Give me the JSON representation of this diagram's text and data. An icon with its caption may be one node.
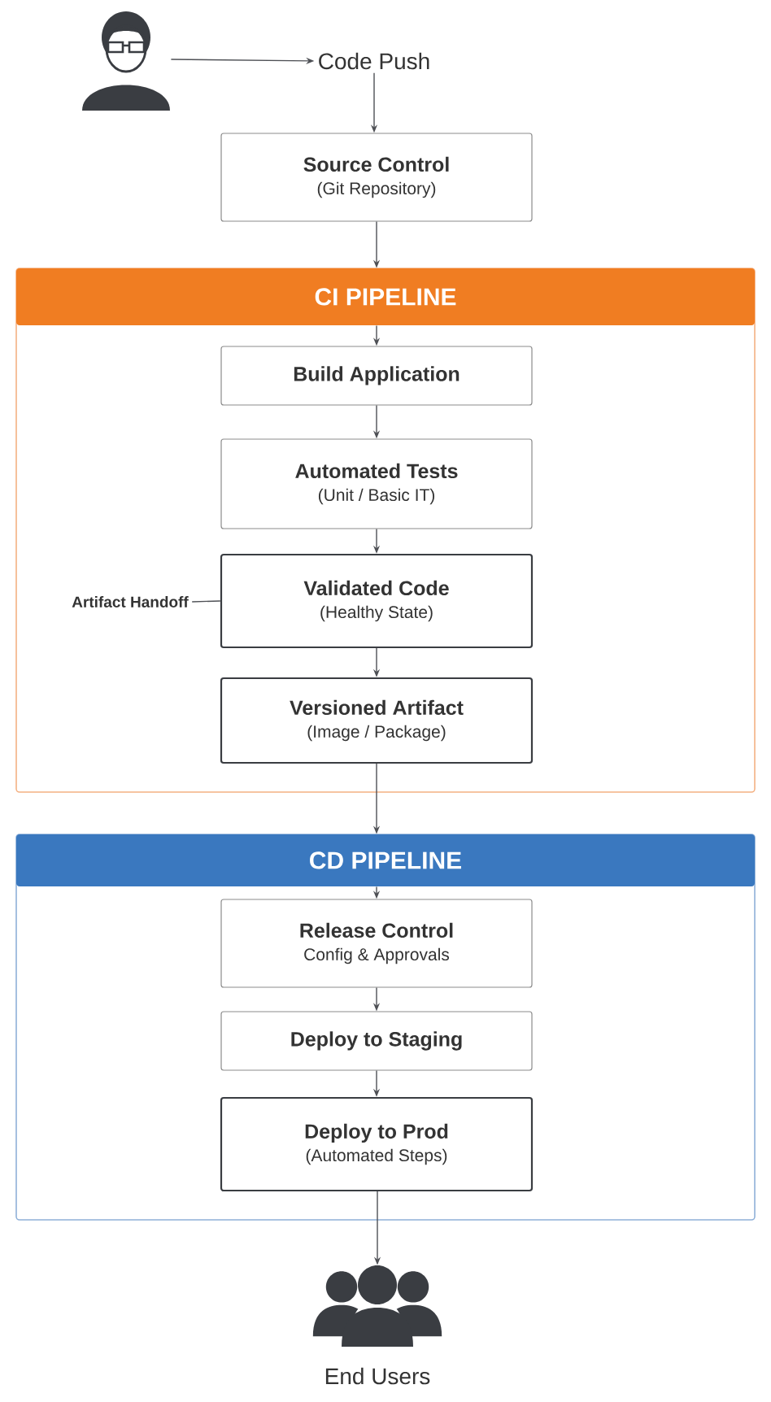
{
  "diagram": {
    "nodes": [
      {
        "text": [],
        "shape": "person"
      },
      {
        "text": [
          "Code Push"
        ]
      },
      {
        "text": [
          "Source Control",
          "(Git Repository)"
        ]
      },
      {
        "text": [],
        "shape": "box"
      },
      {
        "text": [
          "CI PIPELINE"
        ],
        "in": 3
      },
      {
        "text": [
          "Build Application"
        ],
        "in": 3
      },
      {
        "text": [
          "Automated Tests",
          "(Unit / Basic IT)"
        ],
        "in": 3
      },
      {
        "text": [
          "Validated Code",
          "(Healthy State)"
        ],
        "in": 3
      },
      {
        "text": [
          "Versioned Artifact",
          "(Image / Package)"
        ],
        "in": 3
      },
      {
        "text": [],
        "shape": "box"
      },
      {
        "text": [
          "CD PIPELINE"
        ],
        "in": 9
      },
      {
        "text": [
          "Release Control",
          "Config & Approvals"
        ],
        "in": 9
      },
      {
        "text": [
          "Deploy to Staging"
        ],
        "in": 9
      },
      {
        "text": [
          "Deploy to Prod",
          "(Automated Steps)"
        ],
        "in": 9
      },
      {
        "text": [],
        "shape": "person",
        "beside": [
          "End Users"
        ]
      },
      {
        "text": [
          "Artifact Handoff"
        ],
        "in": 3
      }
    ],
    "edges": [
      {
        "from": 0,
        "to": 1,
        "arrow": "to"
      },
      {
        "from": 1,
        "to": 2,
        "arrow": "to"
      },
      {
        "from": 2,
        "to": 4,
        "arrow": "to"
      },
      {
        "from": 4,
        "to": 5,
        "arrow": "to"
      },
      {
        "from": 5,
        "to": 6,
        "arrow": "to"
      },
      {
        "from": 6,
        "to": 7,
        "arrow": "to"
      },
      {
        "from": 7,
        "to": 8,
        "arrow": "to"
      },
      {
        "from": 8,
        "to": 10,
        "arrow": "to"
      },
      {
        "from": 10,
        "to": 11,
        "arrow": "to"
      },
      {
        "from": 11,
        "to": 12,
        "arrow": "to"
      },
      {
        "from": 12,
        "to": 13,
        "arrow": "to"
      },
      {
        "from": 13,
        "to": 14,
        "arrow": "to"
      },
      {
        "from": 15,
        "to": 7,
        "arrow": "none"
      }
    ]
  }
}
